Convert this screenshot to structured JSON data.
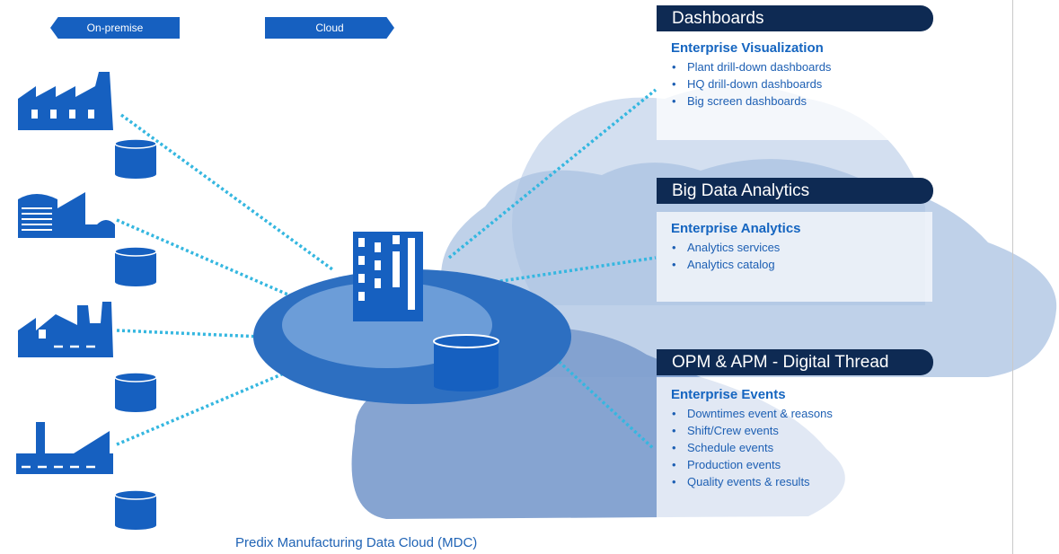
{
  "tags": {
    "on_premise": "On-premise",
    "cloud": "Cloud"
  },
  "sections": [
    {
      "header": "Dashboards",
      "title": "Enterprise Visualization",
      "items": [
        "Plant drill-down dashboards",
        "HQ drill-down dashboards",
        "Big screen dashboards"
      ]
    },
    {
      "header": "Big Data Analytics",
      "title": "Enterprise Analytics",
      "items": [
        "Analytics services",
        "Analytics catalog"
      ]
    },
    {
      "header": "OPM & APM - Digital Thread",
      "title": "Enterprise Events",
      "items": [
        "Downtimes event & reasons",
        "Shift/Crew events",
        "Schedule events",
        "Production events",
        "Quality events & results"
      ]
    }
  ],
  "bullet": "•",
  "caption": "Predix Manufacturing  Data Cloud (MDC)",
  "icons": [
    "factory-icon",
    "power-plant-icon",
    "plant-icon",
    "refinery-icon",
    "database-icon",
    "building-icon",
    "cloud-icon"
  ],
  "colors": {
    "primary": "#1660c0",
    "header_bg": "#0e2a53",
    "connector": "#35b7e0",
    "cloud_light": "#d3dff0",
    "cloud_mid": "#a9c2e2",
    "cloud_dark": "#7f9fcf"
  }
}
